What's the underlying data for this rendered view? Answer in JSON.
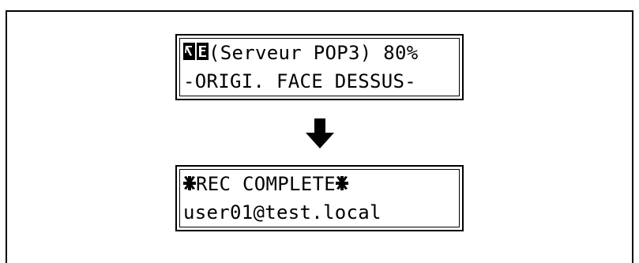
{
  "screen_before": {
    "icon": "scan-mode-icon",
    "line1": "(Serveur POP3) 80%",
    "line2": "-ORIGI. FACE DESSUS-"
  },
  "arrow_icon": "arrow-down-icon",
  "screen_after": {
    "star_icon": "asterisk-icon",
    "line1": "REC COMPLETE",
    "line2": "user01@test.local"
  },
  "colors": {
    "ink": "#000000",
    "background": "#ffffff"
  }
}
